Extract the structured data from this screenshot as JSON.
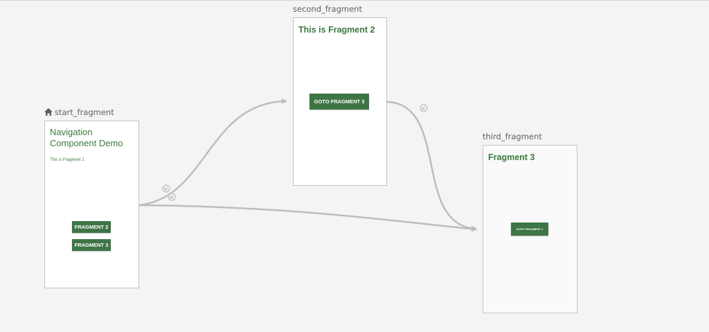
{
  "graph": {
    "start_fragment": {
      "label": "start_fragment",
      "title": "Navigation Component Demo",
      "subtitle": "This is Fragment 1",
      "buttons": [
        "FRAGMENT 2",
        "FRAGMENT 3"
      ]
    },
    "second_fragment": {
      "label": "second_fragment",
      "title": "This is Fragment 2",
      "button": "GOTO FRAGMENT 3"
    },
    "third_fragment": {
      "label": "third_fragment",
      "title": "Fragment 3",
      "button": "GOTO FRAGMENT 1"
    }
  },
  "icons": {
    "start_destination": "home-icon",
    "action_marker": "action-icon"
  },
  "colors": {
    "canvas": "#f4f4f4",
    "accent_green": "#3e7545",
    "arrow": "#bdbdbd",
    "label": "#5f5f5f"
  }
}
